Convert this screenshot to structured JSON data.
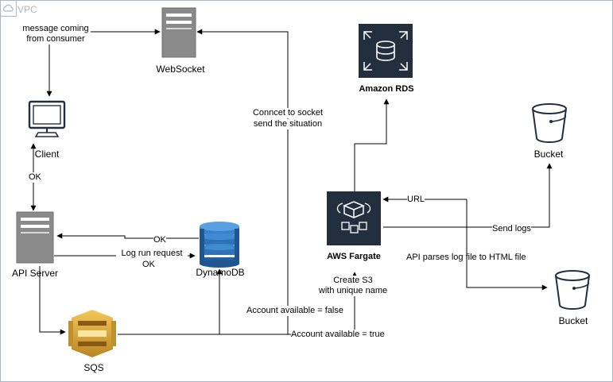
{
  "vpc": {
    "label": "VPC",
    "icon": "cloud-icon"
  },
  "nodes": {
    "websocket": {
      "label": "WebSocket",
      "icon": "server-icon"
    },
    "client": {
      "label": "Client",
      "icon": "monitor-icon"
    },
    "api_server": {
      "label": "API Server",
      "icon": "server-icon"
    },
    "dynamodb": {
      "label": "DynamoDB",
      "icon": "dynamodb-icon"
    },
    "sqs": {
      "label": "SQS",
      "icon": "sqs-icon"
    },
    "amazon_rds": {
      "label": "Amazon RDS",
      "icon": "rds-icon"
    },
    "aws_fargate": {
      "label": "AWS Fargate",
      "icon": "fargate-icon"
    },
    "bucket_top": {
      "label": "Bucket",
      "icon": "bucket-icon"
    },
    "bucket_bottom": {
      "label": "Bucket",
      "icon": "bucket-icon"
    }
  },
  "edges": {
    "message_from_consumer": [
      "message coming",
      "from consumer"
    ],
    "client_ok": "OK",
    "dynamo_ok": "OK",
    "log_run_request": "Log run request",
    "log_run_ok": "OK",
    "connect_socket": [
      "Conncet to socket",
      "send the situation"
    ],
    "account_false": "Account available = false",
    "account_true": "Account available = true",
    "create_s3": [
      "Create S3",
      "with unique name"
    ],
    "url": "URL",
    "send_logs": "Send logs",
    "api_parses": "API parses log file to HTML file"
  },
  "colors": {
    "vpc_border": "#aab7c4",
    "server_gray": "#8a8a8a",
    "dynamodb_blue": "#2e73b8",
    "sqs_gold": "#d9a741",
    "aws_dark": "#232f3e"
  }
}
